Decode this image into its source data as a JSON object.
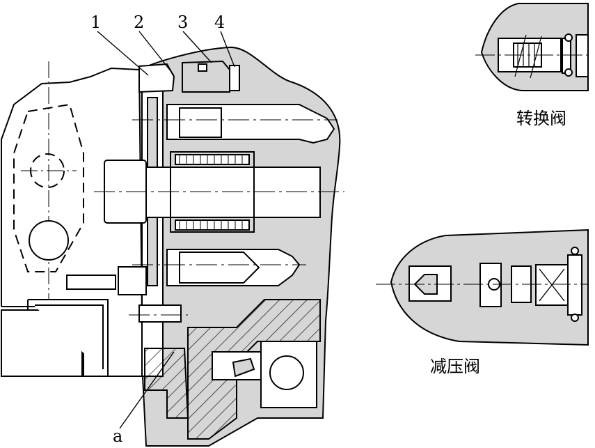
{
  "callouts": {
    "n1": "1",
    "n2": "2",
    "n3": "3",
    "n4": "4",
    "a": "a"
  },
  "captions": {
    "switch_valve": "转换阀",
    "reducing_valve": "减压阀"
  },
  "colors": {
    "section_fill": "#d6d6d6",
    "line": "#000000",
    "background": "#ffffff"
  }
}
